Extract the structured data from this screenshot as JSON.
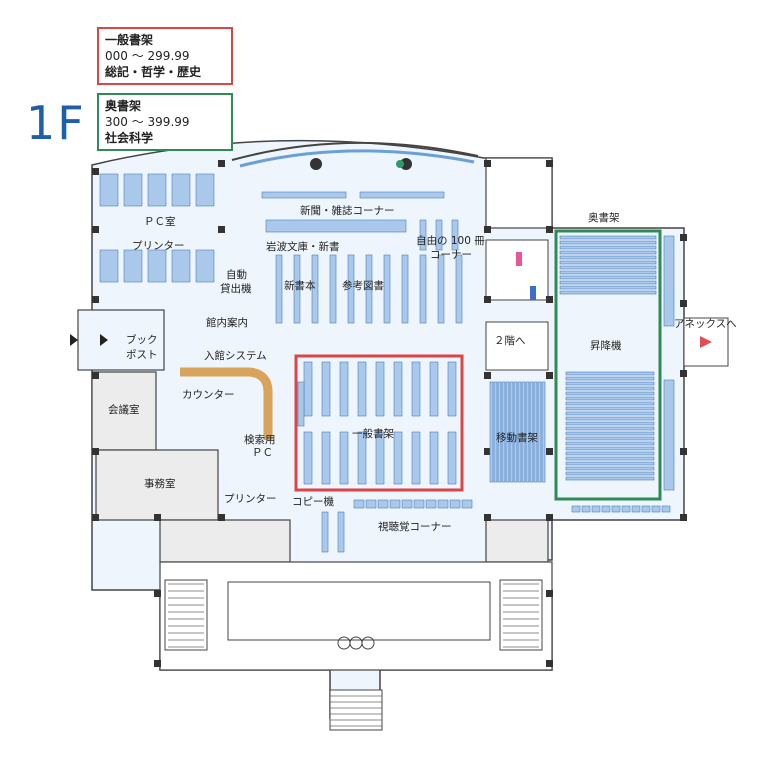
{
  "legend": {
    "general": {
      "title": "一般書架",
      "range": "000 ～ 299.99",
      "subjects": "総記・哲学・歴史",
      "color": "#d94646"
    },
    "back": {
      "title": "奥書架",
      "range": "300 ～ 399.99",
      "subjects": "社会科学",
      "color": "#2e8b57"
    }
  },
  "floor": "1F",
  "accent": "#1f5fa8",
  "shelf_color": "#a9c8ea",
  "rooms": {
    "pc_room": "ＰＣ室",
    "printer_top": "プリンター",
    "newspapers": "新聞・雑誌コーナー",
    "iwanami": "岩波文庫・新書",
    "free_100": "自由の 100 冊",
    "corner": "コーナー",
    "auto_lend_1": "自動",
    "auto_lend_2": "貸出機",
    "new_books": "新書本",
    "reference": "参考図書",
    "guide": "館内案内",
    "book_post_1": "ブック",
    "book_post_2": "ポスト",
    "entrance_system": "入館システム",
    "counter": "カウンター",
    "meeting_room": "会議室",
    "search_pc_1": "検索用",
    "search_pc_2": "ＰＣ",
    "printer_bottom": "プリンター",
    "copier": "コピー機",
    "office": "事務室",
    "general_shelves": "一般書架",
    "mobile_shelves": "移動書架",
    "av_corner": "視聴覚コーナー",
    "second_floor": "２階へ",
    "back_shelves": "奥書架",
    "elevator": "昇降機",
    "annex": "アネックスへ"
  }
}
